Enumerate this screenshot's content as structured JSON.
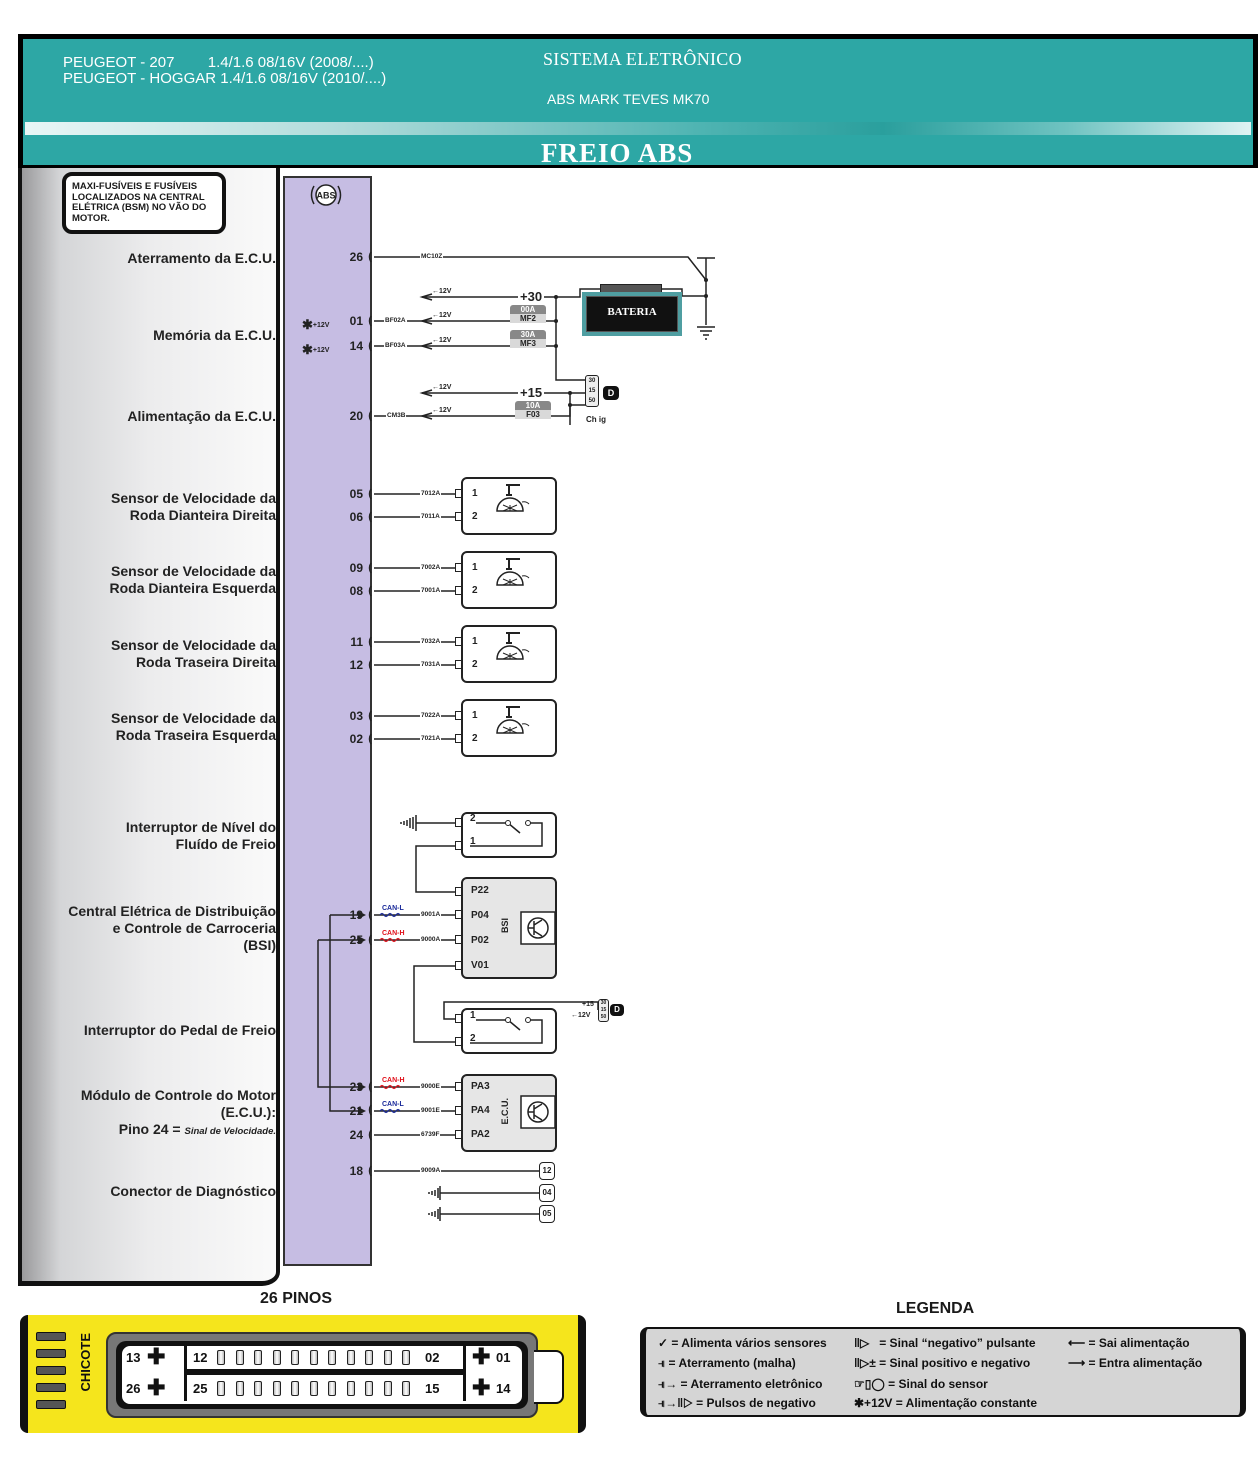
{
  "header": {
    "models": [
      "PEUGEOT - 207        1.4/1.6 08/16V (2008/....)",
      "PEUGEOT - HOGGAR 1.4/1.6 08/16V (2010/....)"
    ],
    "system_title": "SISTEMA ELETRÔNICO",
    "module_name": "ABS MARK TEVES MK70",
    "section_title": "FREIO ABS"
  },
  "note": "MAXI-FUSÍVEIS E FUSÍVEIS LOCALIZADOS NA CENTRAL ELÉTRICA (BSM) NO VÃO DO MOTOR.",
  "ecu_icon": "ABS",
  "groups": [
    {
      "label": [
        "Aterramento da E.C.U."
      ]
    },
    {
      "label": [
        "Memória da E.C.U."
      ]
    },
    {
      "label": [
        "Alimentação da E.C.U."
      ]
    },
    {
      "label": [
        "Sensor de Velocidade da",
        "Roda Dianteira Direita"
      ]
    },
    {
      "label": [
        "Sensor de Velocidade da",
        "Roda Dianteira Esquerda"
      ]
    },
    {
      "label": [
        "Sensor de Velocidade da",
        "Roda Traseira Direita"
      ]
    },
    {
      "label": [
        "Sensor de Velocidade da",
        "Roda Traseira Esquerda"
      ]
    },
    {
      "label": [
        "Interruptor de Nível do",
        "Fluído de Freio"
      ]
    },
    {
      "label": [
        "Central Elétrica de Distribuição",
        "e Controle de Carroceria",
        "(BSI)"
      ]
    },
    {
      "label": [
        "Interruptor do Pedal de Freio"
      ]
    },
    {
      "label": [
        "Módulo de Controle do Motor",
        "(E.C.U.):"
      ],
      "note_prefix": "Pino 24 = ",
      "note_italic": "Sinal de Velocidade."
    },
    {
      "label": [
        "Conector de Diagnóstico"
      ]
    }
  ],
  "pins": [
    {
      "num": "26",
      "wire": "MC10Z"
    },
    {
      "num": "01",
      "wire": "BF02A",
      "const": "+12V"
    },
    {
      "num": "14",
      "wire": "BF03A",
      "const": "+12V"
    },
    {
      "num": "20",
      "wire": "CM3B"
    },
    {
      "num": "05",
      "wire": "7012A"
    },
    {
      "num": "06",
      "wire": "7011A"
    },
    {
      "num": "09",
      "wire": "7002A"
    },
    {
      "num": "08",
      "wire": "7001A"
    },
    {
      "num": "11",
      "wire": "7032A"
    },
    {
      "num": "12",
      "wire": "7031A"
    },
    {
      "num": "03",
      "wire": "7022A"
    },
    {
      "num": "02",
      "wire": "7021A"
    },
    {
      "num": "19",
      "wire": "9001A",
      "can": "CAN-L"
    },
    {
      "num": "25",
      "wire": "9000A",
      "can": "CAN-H"
    },
    {
      "num": "23",
      "wire": "9000E",
      "can": "CAN-H"
    },
    {
      "num": "21",
      "wire": "9001E",
      "can": "CAN-L"
    },
    {
      "num": "24",
      "wire": "6739F"
    },
    {
      "num": "18",
      "wire": "9009A"
    }
  ],
  "power": {
    "b30": "+30",
    "b15": "+15",
    "v12": "←12V",
    "fuses": [
      {
        "rating": "00A",
        "name": "MF2"
      },
      {
        "rating": "30A",
        "name": "MF3"
      },
      {
        "rating": "10A",
        "name": "F03"
      }
    ],
    "battery": "BATERIA",
    "ignition": {
      "terms": [
        "30",
        "15",
        "50"
      ],
      "key": "D",
      "label": "Ch ig"
    }
  },
  "sensor_pins": [
    "1",
    "2"
  ],
  "fluid_switch_pins": [
    "2",
    "1"
  ],
  "bsi": {
    "name": "BSI",
    "pins": [
      "P22",
      "P04",
      "P02",
      "V01"
    ]
  },
  "pedal_switch": {
    "pins": [
      "1",
      "2"
    ],
    "feed": "+15",
    "feed_volt": "←12V",
    "terms": [
      "30",
      "15",
      "50"
    ]
  },
  "engine_ecu": {
    "name": "E.C.U.",
    "pins": [
      "PA3",
      "PA4",
      "PA2"
    ]
  },
  "diag_pins": [
    "12",
    "04",
    "05"
  ],
  "connector": {
    "title": "26 PINOS",
    "harness_label": "CHICOTE",
    "top_left": "13",
    "top_row_start": "12",
    "top_row_end": "02",
    "top_right": "01",
    "bottom_left": "26",
    "bottom_row_start": "25",
    "bottom_row_end": "15",
    "bottom_right": "14"
  },
  "legend": {
    "title": "LEGENDA",
    "items": [
      {
        "symbol": "✓",
        "text": "= Alimenta vários sensores"
      },
      {
        "symbol": "‖▷",
        "text": "= Sinal “negativo” pulsante"
      },
      {
        "symbol": "⟵",
        "text": "= Sai alimentação"
      },
      {
        "symbol": "⫣",
        "text": "= Aterramento (malha)"
      },
      {
        "symbol": "‖▷±",
        "text": "= Sinal positivo e negativo"
      },
      {
        "symbol": "⟶",
        "text": "= Entra alimentação"
      },
      {
        "symbol": "⫣→",
        "text": "= Aterramento eletrônico"
      },
      {
        "symbol": "☞▯◯",
        "text": "= Sinal do sensor"
      },
      {
        "symbol": "⫣→‖▷",
        "text": "= Pulsos de negativo"
      },
      {
        "symbol": "✱+12V",
        "text": "= Alimentação constante"
      }
    ]
  },
  "colors": {
    "header_teal": "#2da7a5",
    "ecu_lavender": "#c6bde3",
    "can_h": "#e0101a",
    "can_l": "#1a2a9a",
    "connector_yellow": "#f5e51c",
    "battery_frame": "#4f9ea1"
  }
}
